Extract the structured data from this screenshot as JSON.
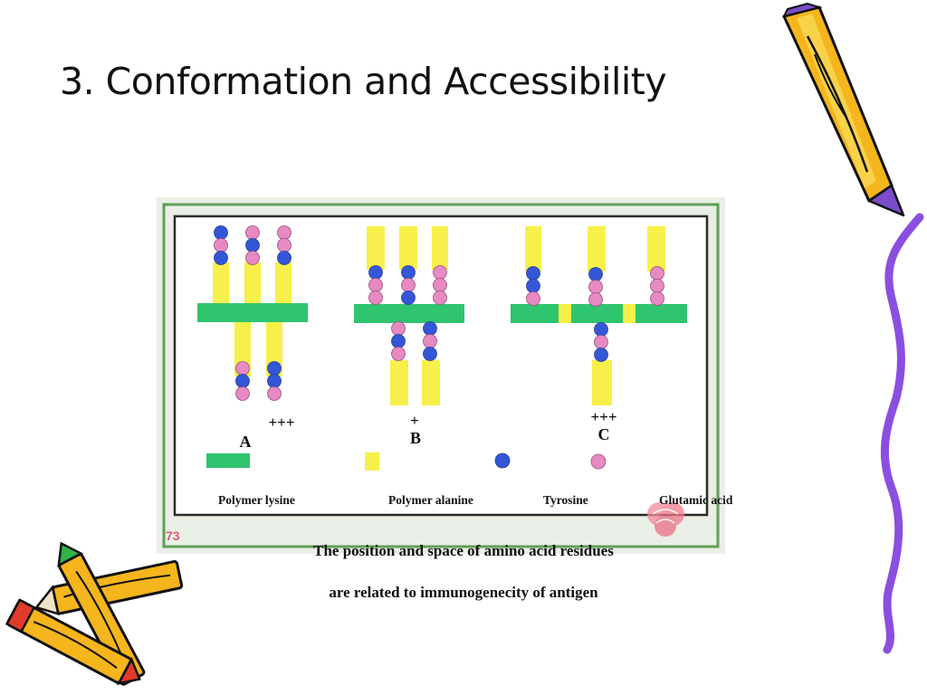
{
  "slide": {
    "title": "3. Conformation and Accessibility"
  },
  "figure": {
    "page_number": "73",
    "panels": [
      {
        "letter": "A",
        "charge": "+++"
      },
      {
        "letter": "B",
        "charge": "+"
      },
      {
        "letter": "C",
        "charge": "+++"
      }
    ],
    "legend": [
      {
        "symbol": "green-bar",
        "label": "Polymer  lysine"
      },
      {
        "symbol": "yellow-bar",
        "label": "Polymer alanine"
      },
      {
        "symbol": "blue-circle",
        "label": "Tyrosine"
      },
      {
        "symbol": "pink-circle",
        "label": "Glutamic acid"
      }
    ]
  },
  "caption": {
    "line1": "The position and space of amino acid residues",
    "line2": "are related to immunogenecity of antigen"
  },
  "colors": {
    "lysine_green": "#2fc46e",
    "alanine_yellow": "#f7f04a",
    "tyrosine_blue": "#3457d8",
    "glutamic_pink": "#e78ac2",
    "frame_green": "#5f9f55"
  },
  "decorations": {
    "top_right": "pencil-icon",
    "bottom_left": "crossed-pencils-icon",
    "right_edge": "purple-squiggle-line"
  }
}
